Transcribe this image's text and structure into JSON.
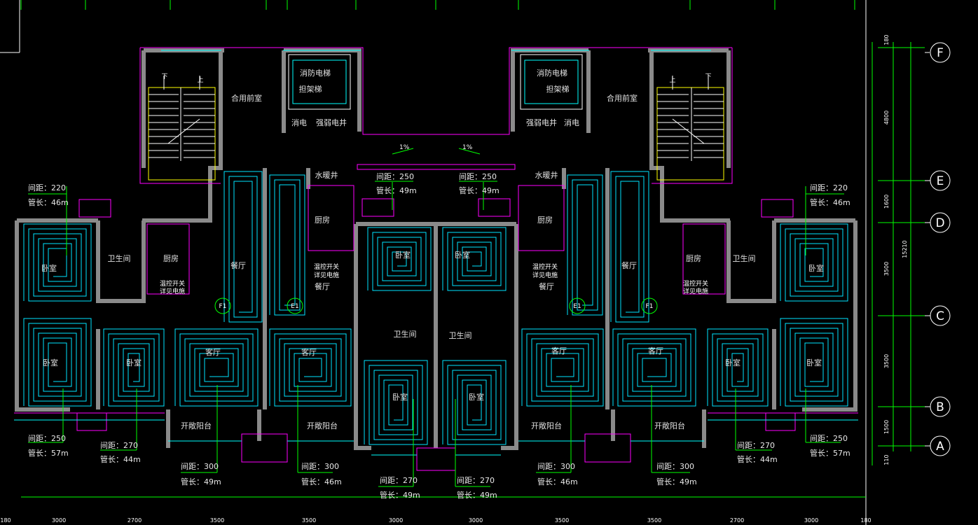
{
  "rooms": [
    {
      "id": "r1",
      "text": "合用前室"
    },
    {
      "id": "r2",
      "text": "合用前室"
    },
    {
      "id": "r3",
      "text": "消防电梯"
    },
    {
      "id": "r4",
      "text": "担架梯"
    },
    {
      "id": "r5",
      "text": "消防电梯"
    },
    {
      "id": "r6",
      "text": "担架梯"
    },
    {
      "id": "r7",
      "text": "消电"
    },
    {
      "id": "r8",
      "text": "强弱电井"
    },
    {
      "id": "r9",
      "text": "强弱电井"
    },
    {
      "id": "r10",
      "text": "消电"
    },
    {
      "id": "r11",
      "text": "水暖井"
    },
    {
      "id": "r12",
      "text": "水暖井"
    },
    {
      "id": "r13",
      "text": "卧室"
    },
    {
      "id": "r14",
      "text": "卫生间"
    },
    {
      "id": "r15",
      "text": "厨房"
    },
    {
      "id": "r16",
      "text": "餐厅"
    },
    {
      "id": "r17",
      "text": "厨房"
    },
    {
      "id": "r18",
      "text": "餐厅"
    },
    {
      "id": "r19",
      "text": "卧室"
    },
    {
      "id": "r20",
      "text": "卧室"
    },
    {
      "id": "r21",
      "text": "厨房"
    },
    {
      "id": "r22",
      "text": "餐厅"
    },
    {
      "id": "r23",
      "text": "餐厅"
    },
    {
      "id": "r24",
      "text": "厨房"
    },
    {
      "id": "r25",
      "text": "卫生间"
    },
    {
      "id": "r26",
      "text": "卧室"
    },
    {
      "id": "r27",
      "text": "卧室"
    },
    {
      "id": "r28",
      "text": "卧室"
    },
    {
      "id": "r29",
      "text": "客厅"
    },
    {
      "id": "r30",
      "text": "客厅"
    },
    {
      "id": "r31",
      "text": "卫生间"
    },
    {
      "id": "r32",
      "text": "卫生间"
    },
    {
      "id": "r33",
      "text": "卧室"
    },
    {
      "id": "r34",
      "text": "卧室"
    },
    {
      "id": "r35",
      "text": "客厅"
    },
    {
      "id": "r36",
      "text": "客厅"
    },
    {
      "id": "r37",
      "text": "卧室"
    },
    {
      "id": "r38",
      "text": "卧室"
    },
    {
      "id": "r39",
      "text": "开敞阳台"
    },
    {
      "id": "r40",
      "text": "开敞阳台"
    },
    {
      "id": "r41",
      "text": "开敞阳台"
    },
    {
      "id": "r42",
      "text": "开敞阳台"
    }
  ],
  "notes": [
    {
      "id": "n1",
      "line1": "温控开关",
      "line2": "详见电施"
    },
    {
      "id": "n2",
      "line1": "温控开关",
      "line2": "详见电施"
    },
    {
      "id": "n3",
      "line1": "温控开关",
      "line2": "详见电施"
    },
    {
      "id": "n4",
      "line1": "温控开关",
      "line2": "详见电施"
    }
  ],
  "stair_labels": {
    "down_left": "下",
    "up_left": "上",
    "up_right": "上",
    "down_right": "下"
  },
  "slopes": [
    "1%",
    "1%"
  ],
  "manifold_labels": [
    "F1",
    "E1",
    "E1",
    "F1"
  ],
  "loops": [
    {
      "id": "L1",
      "spacing": "间距：220",
      "length": "管长：46m"
    },
    {
      "id": "L2",
      "spacing": "间距：250",
      "length": "管长：49m"
    },
    {
      "id": "L3",
      "spacing": "间距：250",
      "length": "管长：49m"
    },
    {
      "id": "L4",
      "spacing": "间距：220",
      "length": "管长：46m"
    },
    {
      "id": "L5",
      "spacing": "间距：250",
      "length": "管长：57m"
    },
    {
      "id": "L6",
      "spacing": "间距：270",
      "length": "管长：44m"
    },
    {
      "id": "L7",
      "spacing": "间距：300",
      "length": "管长：49m"
    },
    {
      "id": "L8",
      "spacing": "间距：300",
      "length": "管长：46m"
    },
    {
      "id": "L9",
      "spacing": "间距：270",
      "length": "管长：49m"
    },
    {
      "id": "L10",
      "spacing": "间距：270",
      "length": "管长：49m"
    },
    {
      "id": "L11",
      "spacing": "间距：300",
      "length": "管长：46m"
    },
    {
      "id": "L12",
      "spacing": "间距：300",
      "length": "管长：49m"
    },
    {
      "id": "L13",
      "spacing": "间距：270",
      "length": "管长：44m"
    },
    {
      "id": "L14",
      "spacing": "间距：250",
      "length": "管长：57m"
    }
  ],
  "axis_labels": [
    "F",
    "E",
    "D",
    "C",
    "B",
    "A"
  ],
  "vertical_dims": [
    "180",
    "4800",
    "1600",
    "3500",
    "3500",
    "1500",
    "110"
  ],
  "total_dim": "15210",
  "bottom_dims": [
    "180",
    "3000",
    "2700",
    "3500",
    "3500",
    "3000",
    "3000",
    "3500",
    "3500",
    "2700",
    "3000",
    "180"
  ],
  "colors": {
    "wall": "#808080",
    "magenta": "#ff00ff",
    "cyan": "#00ffff",
    "green": "#00ff00",
    "yellow": "#ffff00",
    "white": "#ffffff"
  }
}
